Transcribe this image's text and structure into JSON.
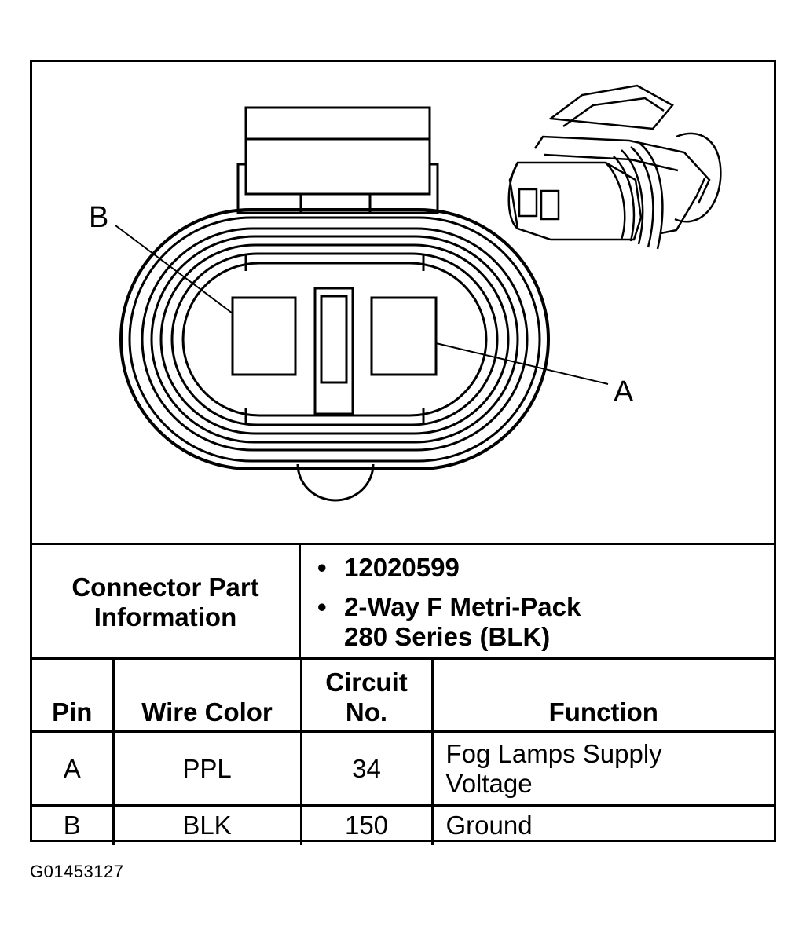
{
  "diagram": {
    "pin_labels": {
      "b": "B",
      "a": "A"
    }
  },
  "connector_info": {
    "label": "Connector Part\nInformation",
    "items": [
      "12020599",
      "2-Way F Metri-Pack\n280 Series (BLK)"
    ]
  },
  "pin_table": {
    "headers": {
      "pin": "Pin",
      "wire_color": "Wire Color",
      "circuit": "Circuit\nNo.",
      "function": "Function"
    },
    "rows": [
      {
        "pin": "A",
        "wire_color": "PPL",
        "circuit": "34",
        "function": "Fog Lamps Supply\nVoltage"
      },
      {
        "pin": "B",
        "wire_color": "BLK",
        "circuit": "150",
        "function": "Ground"
      }
    ]
  },
  "figure_id": "G01453127"
}
